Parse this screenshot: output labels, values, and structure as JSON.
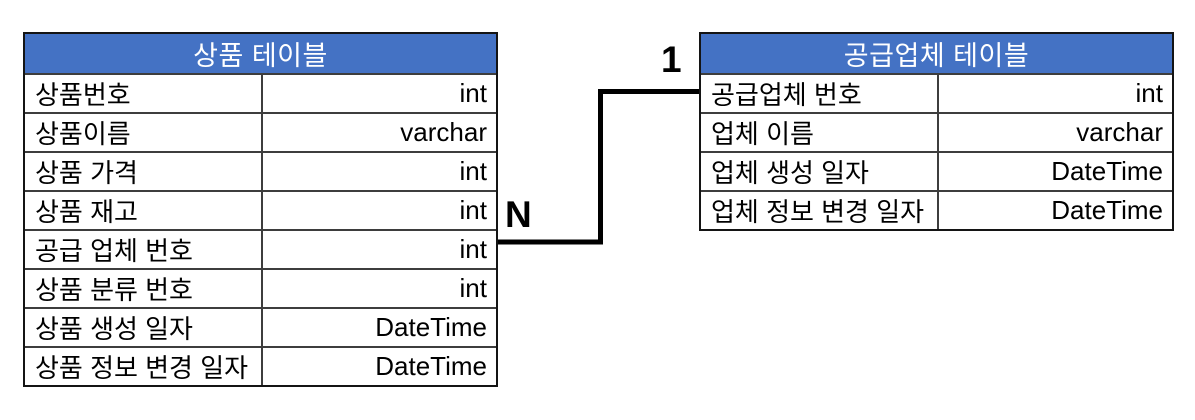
{
  "canvas": {
    "background": "#ffffff"
  },
  "colors": {
    "header_fill": "#4472C4",
    "header_text": "#ffffff",
    "row_text": "#000000",
    "grid_line": "#3d3d3d",
    "outer_border": "#141414",
    "relationship_line": "#000000"
  },
  "relationship": {
    "many_label": "N",
    "one_label": "1",
    "from_table": "상품 테이블",
    "from_column": "공급 업체 번호",
    "to_table": "공급업체 테이블",
    "to_column": "공급업체 번호"
  },
  "tables": [
    {
      "title": "상품 테이블",
      "columns": [
        {
          "name": "상품번호",
          "type": "int"
        },
        {
          "name": "상품이름",
          "type": "varchar"
        },
        {
          "name": "상품 가격",
          "type": "int"
        },
        {
          "name": "상품 재고",
          "type": "int"
        },
        {
          "name": "공급 업체 번호",
          "type": "int"
        },
        {
          "name": "상품 분류 번호",
          "type": "int"
        },
        {
          "name": "상품 생성 일자",
          "type": "DateTime"
        },
        {
          "name": "상품 정보 변경 일자",
          "type": "DateTime"
        }
      ]
    },
    {
      "title": "공급업체 테이블",
      "columns": [
        {
          "name": "공급업체 번호",
          "type": "int"
        },
        {
          "name": "업체 이름",
          "type": "varchar"
        },
        {
          "name": "업체 생성 일자",
          "type": "DateTime"
        },
        {
          "name": "업체 정보 변경 일자",
          "type": "DateTime"
        }
      ]
    }
  ]
}
